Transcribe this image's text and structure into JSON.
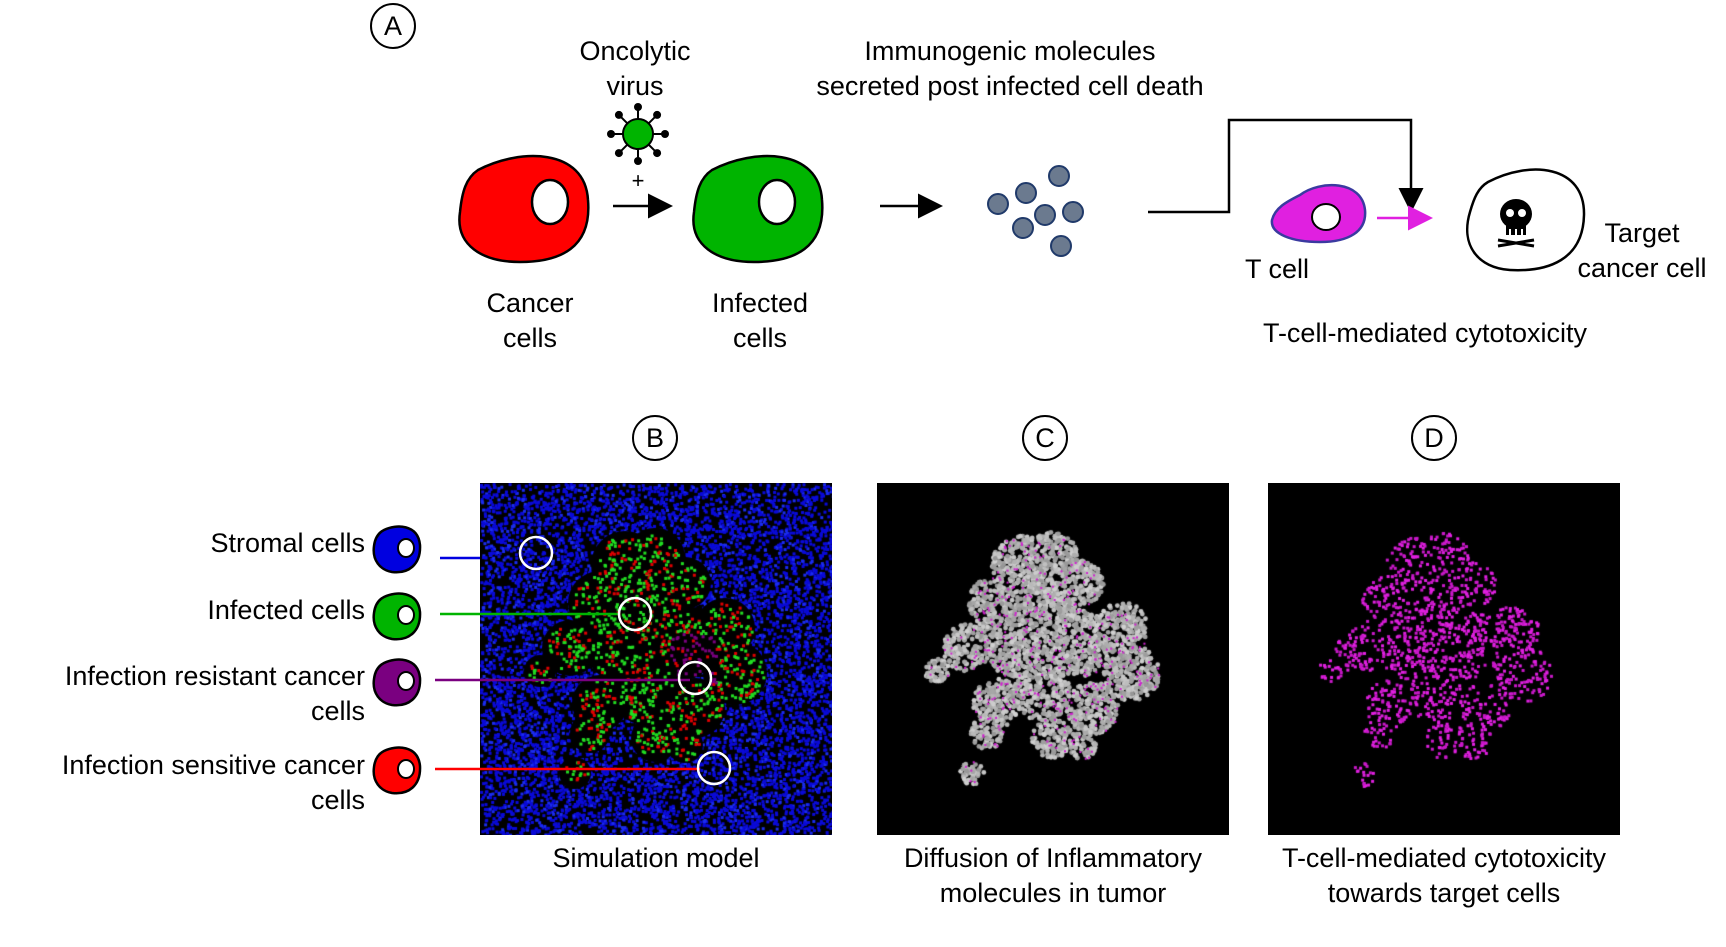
{
  "panels": {
    "a": "A",
    "b": "B",
    "c": "C",
    "d": "D"
  },
  "top_row": {
    "oncolytic_virus": "Oncolytic\nvirus",
    "plus": "+",
    "cancer_cells": "Cancer\ncells",
    "infected_cells": "Infected\ncells",
    "immunogenic": "Immunogenic molecules\nsecreted post infected cell death",
    "t_cell": "T cell",
    "target_cancer_cell": "Target\ncancer cell",
    "cytotoxicity": "T-cell-mediated cytotoxicity"
  },
  "legend": {
    "stromal": "Stromal cells",
    "infected": "Infected cells",
    "resistant": "Infection resistant cancer\ncells",
    "sensitive": "Infection sensitive cancer\ncells"
  },
  "captions": {
    "b": "Simulation model",
    "c": "Diffusion of Inflammatory\nmolecules in tumor",
    "d": "T-cell-mediated cytotoxicity\ntowards target cells"
  },
  "colors": {
    "cancer_red": "#ff0000",
    "infected_green": "#00b400",
    "stromal_blue": "#0000e0",
    "resistant_purple": "#7a0080",
    "t_cell_magenta": "#e020e0",
    "molecule_gray": "#8a8a8a"
  },
  "icons": [
    "virus-icon",
    "skull-icon",
    "cell-icon"
  ]
}
